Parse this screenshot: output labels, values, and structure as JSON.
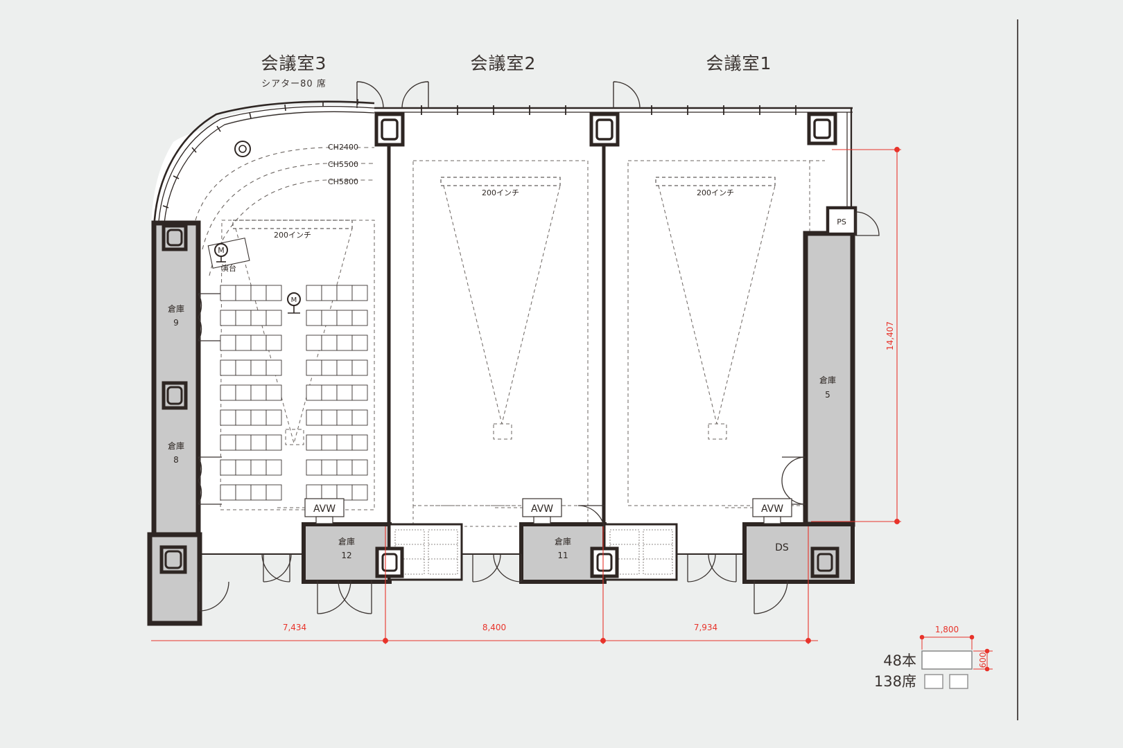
{
  "plan": {
    "rooms": [
      {
        "id": "room3",
        "title": "会議室3",
        "subtitle": "シアター80 席"
      },
      {
        "id": "room2",
        "title": "会議室2",
        "subtitle": ""
      },
      {
        "id": "room1",
        "title": "会議室1",
        "subtitle": ""
      }
    ],
    "ceiling_labels": [
      "CH2400",
      "CH5500",
      "CH5800"
    ],
    "screens": [
      {
        "label": "200インチ"
      },
      {
        "label": "200インチ"
      },
      {
        "label": "200インチ"
      }
    ],
    "podium_label": "演台",
    "mic_symbol": "M",
    "storages": [
      {
        "name": "倉庫",
        "number": "9"
      },
      {
        "name": "倉庫",
        "number": "8"
      },
      {
        "name": "倉庫",
        "number": "12"
      },
      {
        "name": "倉庫",
        "number": "11"
      },
      {
        "name": "倉庫",
        "number": "5"
      }
    ],
    "service_rooms": [
      {
        "label": "PS"
      },
      {
        "label": "DS"
      }
    ],
    "av_wall_boxes": [
      "AVW",
      "AVW",
      "AVW"
    ],
    "dimensions": {
      "horizontal": [
        "7,434",
        "8,400",
        "7,934"
      ],
      "vertical": "14,407"
    }
  },
  "legend": {
    "table_width": "1,800",
    "table_depth": "600",
    "tables_count": "48本",
    "seats_count": "138席"
  },
  "colors": {
    "background": "#edefee",
    "wall": "#2e2623",
    "fill_gray": "#c9c9c9",
    "dim_red": "#e8332a",
    "ink": "#3a3330"
  }
}
